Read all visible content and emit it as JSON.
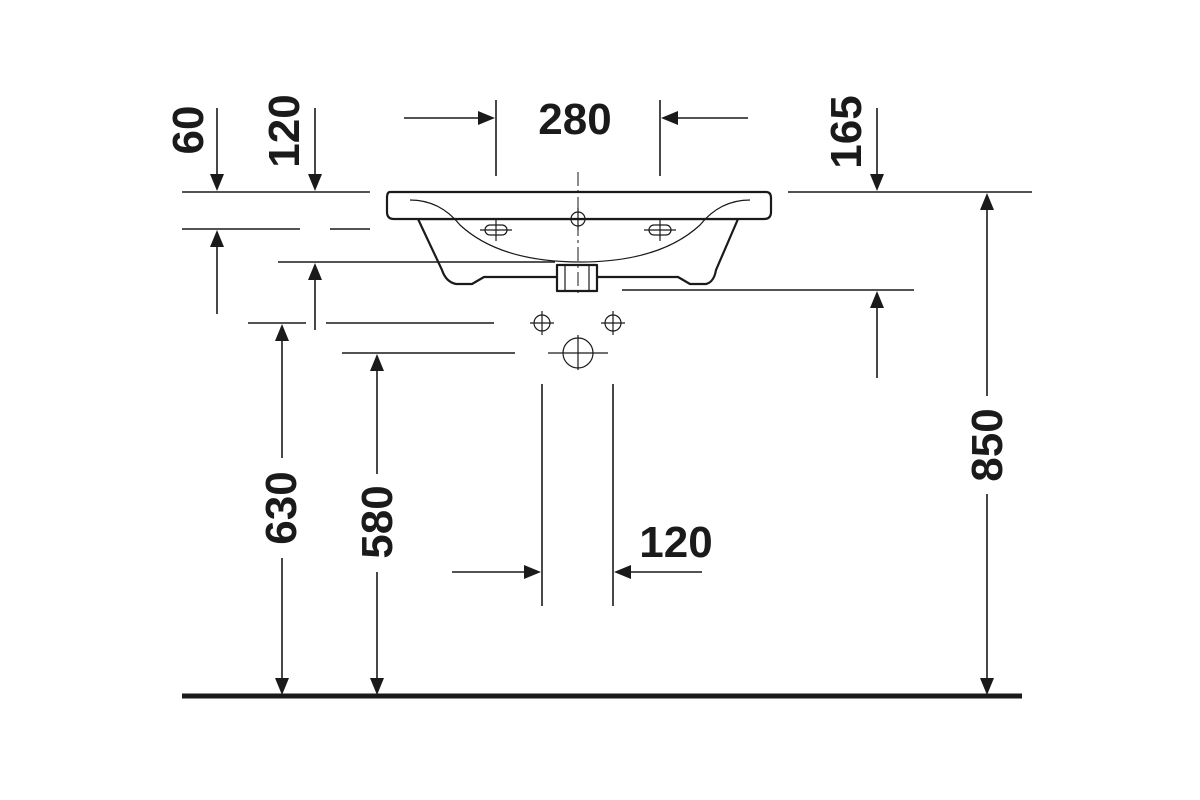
{
  "dimensions": {
    "top_offset_60": "60",
    "top_offset_120": "120",
    "tap_hole_spacing": "280",
    "rim_depth_165": "165",
    "waste_height_630": "630",
    "supply_height_580": "580",
    "supply_spacing_120": "120",
    "rim_height_850": "850"
  }
}
